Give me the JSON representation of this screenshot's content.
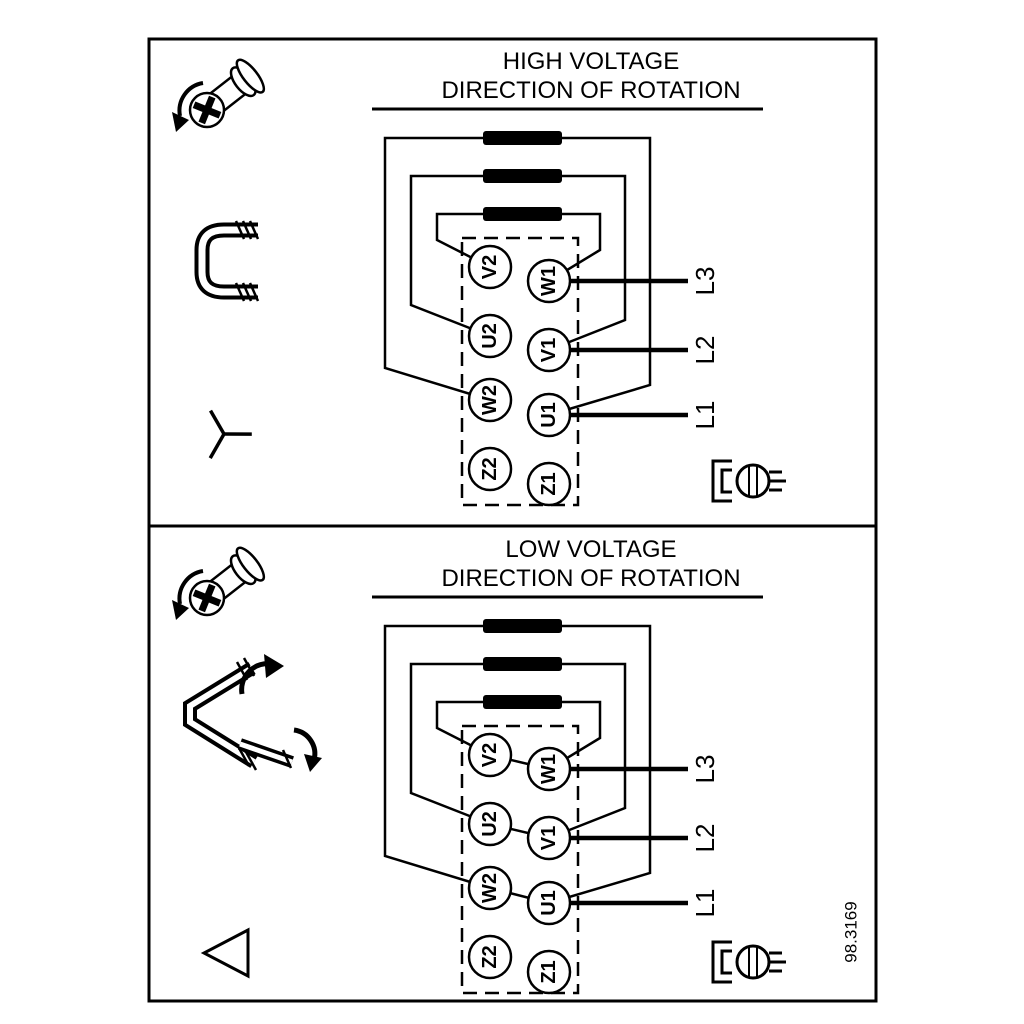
{
  "figure_number": "98.3169",
  "colors": {
    "ink": "#000000",
    "paper": "#ffffff"
  },
  "panels": [
    {
      "id": "high-voltage",
      "title_line1": "HIGH VOLTAGE",
      "title_line2": "DIRECTION OF ROTATION",
      "connection_symbol": "star",
      "icons": [
        "screw-rotation-icon",
        "terminal-jumper-link-icon",
        "star-connection-icon",
        "ground-terminal-icon"
      ],
      "terminals_left": [
        "V2",
        "U2",
        "W2",
        "Z2"
      ],
      "terminals_right": [
        "W1",
        "V1",
        "U1",
        "Z1"
      ],
      "supply_lines": [
        "L3",
        "L2",
        "L1"
      ]
    },
    {
      "id": "low-voltage",
      "title_line1": "LOW VOLTAGE",
      "title_line2": "DIRECTION OF ROTATION",
      "connection_symbol": "delta",
      "icons": [
        "screw-rotation-icon",
        "jumper-reposition-icon",
        "delta-connection-icon",
        "ground-terminal-icon"
      ],
      "terminals_left": [
        "V2",
        "U2",
        "W2",
        "Z2"
      ],
      "terminals_right": [
        "W1",
        "V1",
        "U1",
        "Z1"
      ],
      "supply_lines": [
        "L3",
        "L2",
        "L1"
      ]
    }
  ]
}
